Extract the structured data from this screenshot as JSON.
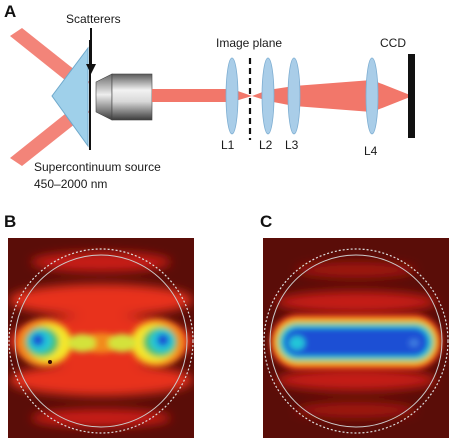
{
  "panels": {
    "a": "A",
    "b": "B",
    "c": "C"
  },
  "setup": {
    "scatterers": "Scatterers",
    "image_plane": "Image plane",
    "ccd": "CCD",
    "source_line1": "Supercontinuum source",
    "source_line2": "450–2000 nm",
    "lenses": [
      "L1",
      "L2",
      "L3",
      "L4"
    ]
  },
  "colors": {
    "beam": "#f2776a",
    "lens": "#a9cde8",
    "prism": "#9fd0ea",
    "objective_light": "#f2f2f2",
    "objective_dark": "#5a5a5a",
    "image_bg": "#5a0d08",
    "hot_red": "#e8331c",
    "orange": "#f28a1c",
    "yellow": "#f4e62a",
    "green": "#4cc26a",
    "cyan": "#22c6d8",
    "blue": "#1f4fd4"
  }
}
